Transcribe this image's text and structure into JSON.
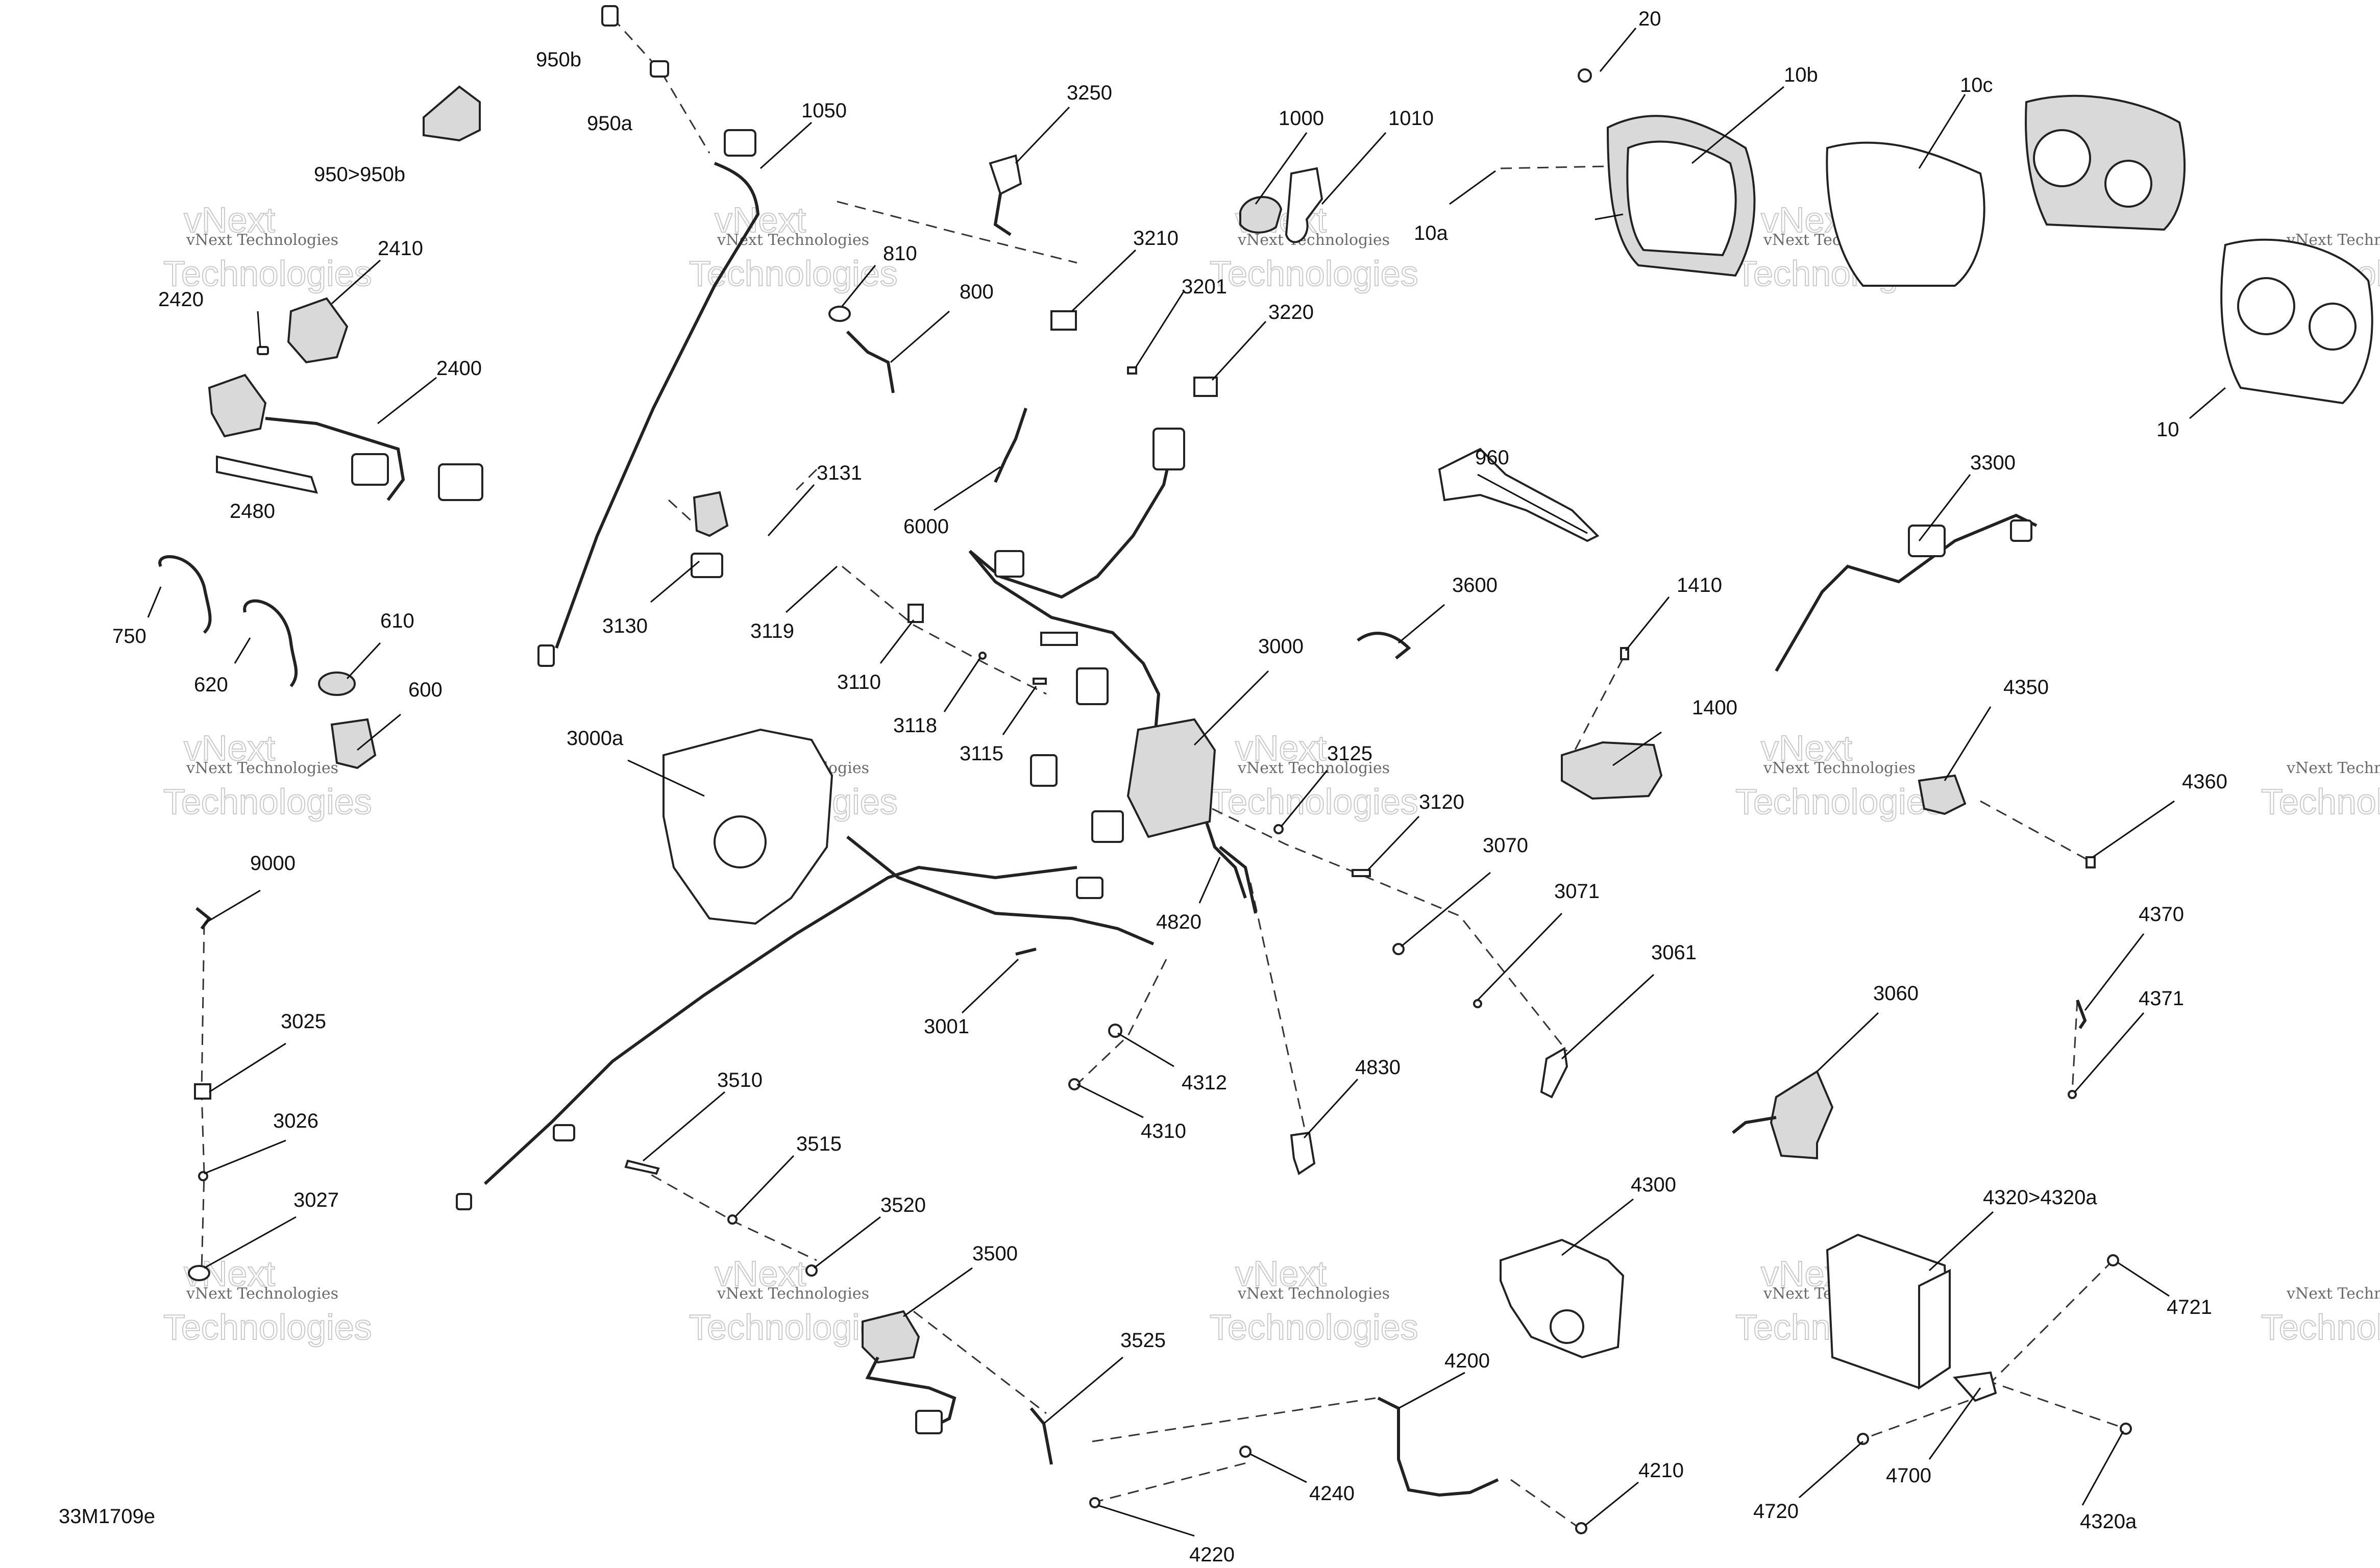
{
  "diagram_code": "33M1709e",
  "watermark": {
    "line1": "vNext",
    "line2": "Technologies",
    "small": "vNext Technologies"
  },
  "labels": {
    "p20": "20",
    "p10b": "10b",
    "p10c": "10c",
    "p10a": "10a",
    "p10": "10",
    "p950b": "950b",
    "p950a": "950a",
    "p950_950b": "950>950b",
    "p1050": "1050",
    "p3250": "3250",
    "p1000": "1000",
    "p1010": "1010",
    "p2410": "2410",
    "p2420": "2420",
    "p2400": "2400",
    "p2480": "2480",
    "p810": "810",
    "p800": "800",
    "p3210": "3210",
    "p3201": "3201",
    "p3220": "3220",
    "p6000": "6000",
    "p3131": "3131",
    "p3130": "3130",
    "p3119": "3119",
    "p960": "960",
    "p3300": "3300",
    "p3600": "3600",
    "p1410": "1410",
    "p1400": "1400",
    "p750": "750",
    "p620": "620",
    "p610": "610",
    "p600": "600",
    "p3110": "3110",
    "p3118": "3118",
    "p3115": "3115",
    "p3000": "3000",
    "p3000a": "3000a",
    "p3125": "3125",
    "p3120": "3120",
    "p4350": "4350",
    "p4360": "4360",
    "p3070": "3070",
    "p3071": "3071",
    "p3061": "3061",
    "p4820": "4820",
    "p9000": "9000",
    "p3001": "3001",
    "p4370": "4370",
    "p4371": "4371",
    "p3060": "3060",
    "p3025": "3025",
    "p4312": "4312",
    "p4310": "4310",
    "p4830": "4830",
    "p3026": "3026",
    "p3510": "3510",
    "p3515": "3515",
    "p3027": "3027",
    "p3520": "3520",
    "p3500": "3500",
    "p4300": "4300",
    "p4320_4320a": "4320>4320a",
    "p4721": "4721",
    "p3525": "3525",
    "p4200": "4200",
    "p4240": "4240",
    "p4210": "4210",
    "p4700": "4700",
    "p4720": "4720",
    "p4320a": "4320a",
    "p4220": "4220"
  }
}
